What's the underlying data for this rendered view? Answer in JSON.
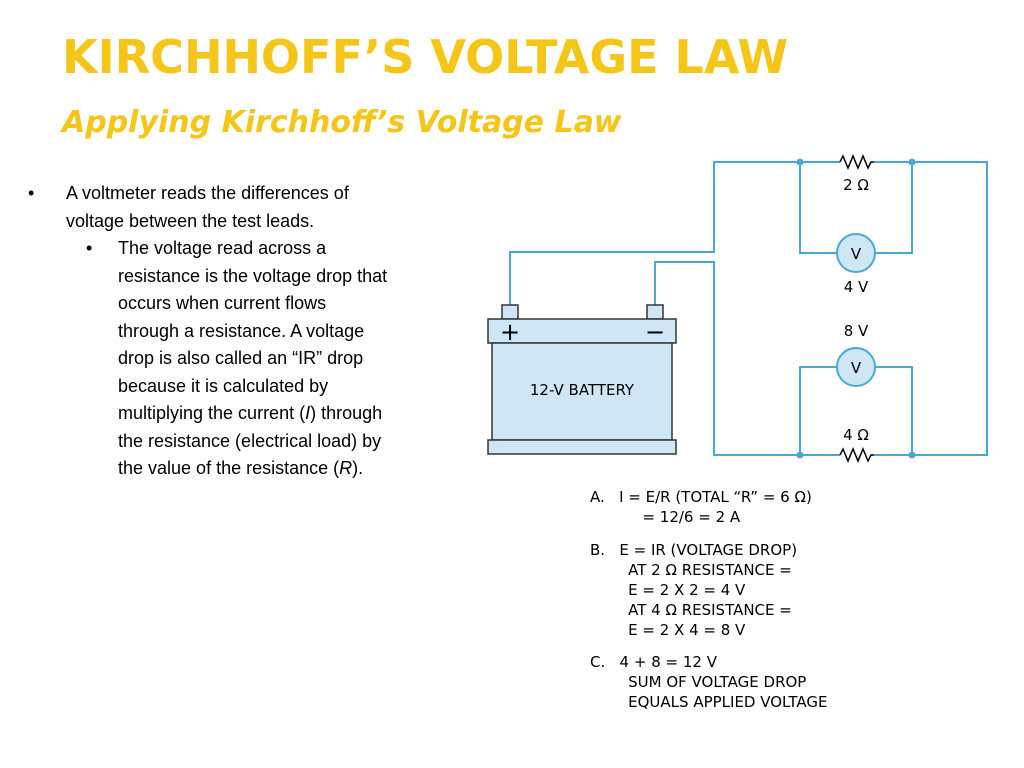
{
  "slide": {
    "title": "KIRCHHOFF’S VOLTAGE LAW",
    "subtitle": "Applying Kirchhoff’s Voltage Law"
  },
  "bullets": {
    "level1": "A voltmeter reads the differences of voltage between the test leads.",
    "level2_parts": {
      "p1": "The voltage read across a resistance is the voltage drop that occurs when current flows through a resistance. A voltage drop is also called an “IR” drop because it is calculated by multiplying the current (",
      "i": "I",
      "p2": ") through the resistance (electrical load) by the value of the resistance (",
      "r": "R",
      "p3": ")."
    }
  },
  "diagram": {
    "battery_label": "12-V BATTERY",
    "plus": "+",
    "minus": "−",
    "r_top": "2 Ω",
    "r_bottom": "4 Ω",
    "meter_symbol": "V",
    "meter_top_reading": "4 V",
    "meter_bottom_reading": "8 V",
    "wire_color": "#4aa8d8",
    "battery_fill": "#cfe6f5",
    "equations": [
      "A.   I = E/R (TOTAL “R” = 6 Ω)",
      "           = 12/6 = 2 A",
      "B.   E = IR (VOLTAGE DROP)",
      "        AT 2 Ω RESISTANCE =",
      "        E = 2 X 2 = 4 V",
      "        AT 4 Ω RESISTANCE =",
      "        E = 2 X 4 = 8 V",
      "C.   4 + 8 = 12 V",
      "        SUM OF VOLTAGE DROP",
      "        EQUALS APPLIED VOLTAGE"
    ]
  }
}
